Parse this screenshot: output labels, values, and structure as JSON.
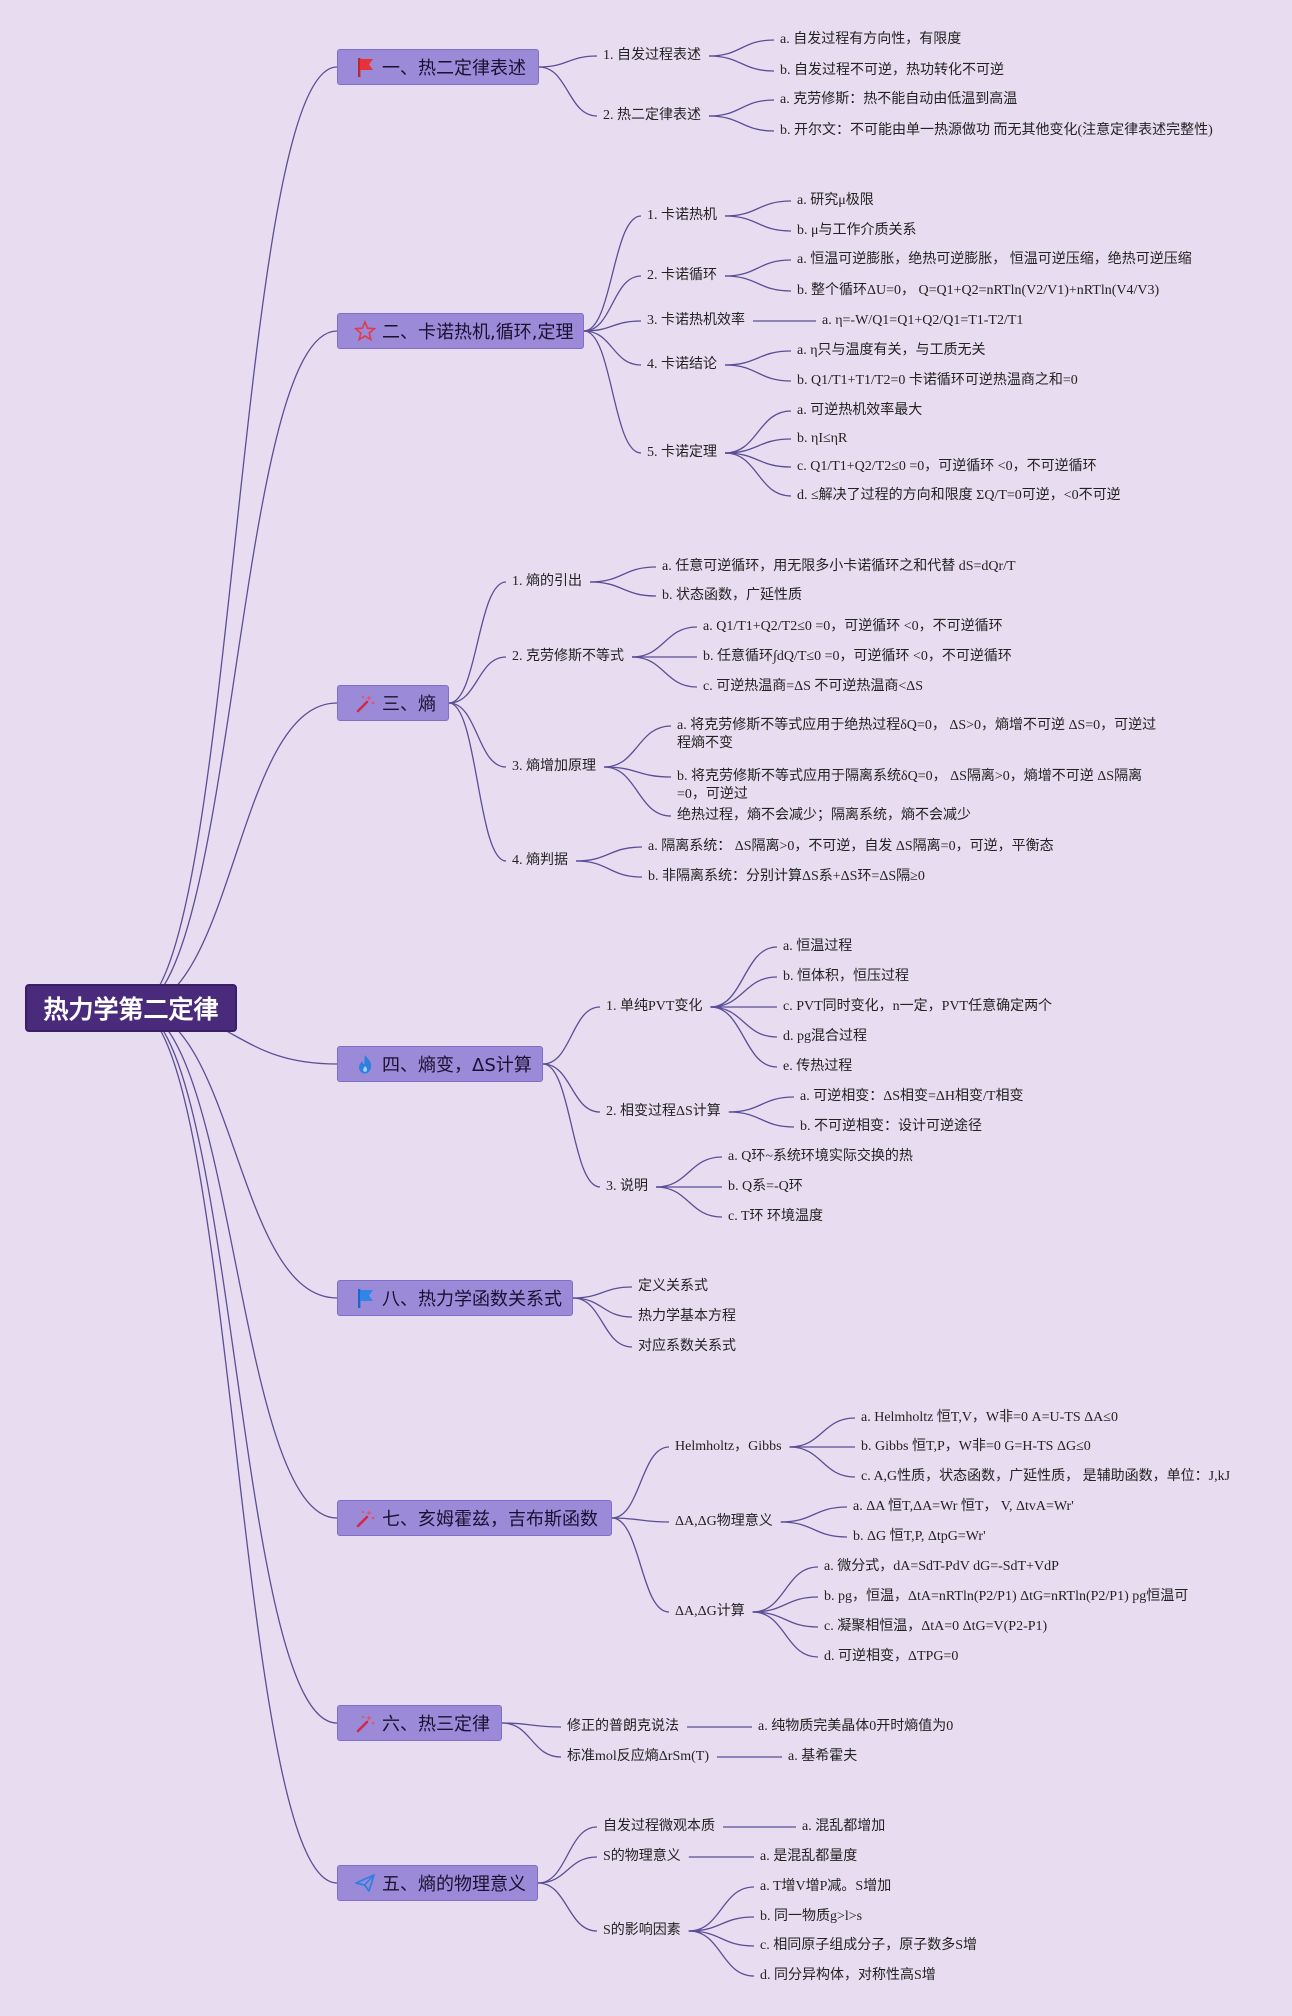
{
  "root": "热力学第二定律",
  "sections": [
    {
      "id": "s1",
      "title": "一、热二定律表述",
      "icon": "red-flag-icon",
      "children": [
        {
          "label": "1. 自发过程表述",
          "children": [
            "a. 自发过程有方向性，有限度",
            "b. 自发过程不可逆，热功转化不可逆"
          ]
        },
        {
          "label": "2. 热二定律表述",
          "children": [
            "a. 克劳修斯：热不能自动由低温到高温",
            "b. 开尔文：不可能由单一热源做功 而无其他变化(注意定律表述完整性)"
          ]
        }
      ]
    },
    {
      "id": "s2",
      "title": "二、卡诺热机,循环,定理",
      "icon": "star-outline-icon",
      "children": [
        {
          "label": "1. 卡诺热机",
          "children": [
            "a. 研究μ极限",
            "b. μ与工作介质关系"
          ]
        },
        {
          "label": "2. 卡诺循环",
          "children": [
            "a. 恒温可逆膨胀，绝热可逆膨胀， 恒温可逆压缩，绝热可逆压缩",
            "b. 整个循环ΔU=0， Q=Q1+Q2=nRTln(V2/V1)+nRTln(V4/V3)"
          ]
        },
        {
          "label": "3. 卡诺热机效率",
          "children": [
            "a. η=-W/Q1=Q1+Q2/Q1=T1-T2/T1"
          ]
        },
        {
          "label": "4. 卡诺结论",
          "children": [
            "a. η只与温度有关，与工质无关",
            "b. Q1/T1+T1/T2=0 卡诺循环可逆热温商之和=0"
          ]
        },
        {
          "label": "5. 卡诺定理",
          "children": [
            "a. 可逆热机效率最大",
            "b. ηI≤ηR",
            "c. Q1/T1+Q2/T2≤0 =0，可逆循环 <0，不可逆循环",
            "d. ≤解决了过程的方向和限度 ΣQ/T=0可逆，<0不可逆"
          ]
        }
      ]
    },
    {
      "id": "s3",
      "title": "三、熵",
      "icon": "magic-wand-icon",
      "children": [
        {
          "label": "1. 熵的引出",
          "children": [
            "a. 任意可逆循环，用无限多小卡诺循环之和代替 dS=dQr/T",
            "b. 状态函数，广延性质"
          ]
        },
        {
          "label": "2. 克劳修斯不等式",
          "children": [
            "a. Q1/T1+Q2/T2≤0 =0，可逆循环 <0，不可逆循环",
            "b. 任意循环∫dQ/T≤0 =0，可逆循环 <0，不可逆循环",
            "c. 可逆热温商=ΔS 不可逆热温商<ΔS"
          ]
        },
        {
          "label": "3. 熵增加原理",
          "children": [
            "a. 将克劳修斯不等式应用于绝热过程δQ=0， ΔS>0，熵增不可逆 ΔS=0，可逆过程熵不变",
            "b. 将克劳修斯不等式应用于隔离系统δQ=0， ΔS隔离>0，熵增不可逆 ΔS隔离=0，可逆过",
            "绝热过程，熵不会减少；隔离系统，熵不会减少"
          ]
        },
        {
          "label": "4. 熵判据",
          "children": [
            "a. 隔离系统： ΔS隔离>0，不可逆，自发 ΔS隔离=0，可逆，平衡态",
            "b. 非隔离系统：分别计算ΔS系+ΔS环=ΔS隔≥0"
          ]
        }
      ]
    },
    {
      "id": "s4",
      "title": "四、熵变，ΔS计算",
      "icon": "flame-icon",
      "children": [
        {
          "label": "1. 单纯PVT变化",
          "children": [
            "a. 恒温过程",
            "b. 恒体积，恒压过程",
            "c. PVT同时变化，n一定，PVT任意确定两个",
            "d. pg混合过程",
            "e. 传热过程"
          ]
        },
        {
          "label": "2. 相变过程ΔS计算",
          "children": [
            "a. 可逆相变：ΔS相变=ΔH相变/T相变",
            "b. 不可逆相变：设计可逆途径"
          ]
        },
        {
          "label": "3. 说明",
          "children": [
            "a. Q环~系统环境实际交换的热",
            "b. Q系=-Q环",
            "c. T环 环境温度"
          ]
        }
      ]
    },
    {
      "id": "s8",
      "title": "八、热力学函数关系式",
      "icon": "blue-flag-icon",
      "children": [
        {
          "label": "定义关系式",
          "children": []
        },
        {
          "label": "热力学基本方程",
          "children": []
        },
        {
          "label": "对应系数关系式",
          "children": []
        }
      ]
    },
    {
      "id": "s7",
      "title": "七、亥姆霍兹，吉布斯函数",
      "icon": "magic-wand-icon",
      "children": [
        {
          "label": "Helmholtz，Gibbs",
          "children": [
            "a. Helmholtz 恒T,V，W非=0 A=U-TS ΔA≤0",
            "b. Gibbs 恒T,P，W非=0 G=H-TS ΔG≤0",
            "c. A,G性质，状态函数，广延性质， 是辅助函数，单位：J,kJ"
          ]
        },
        {
          "label": "ΔA,ΔG物理意义",
          "children": [
            "a. ΔA 恒T,ΔA=Wr 恒T， V, ΔtvA=Wr'",
            "b. ΔG 恒T,P, ΔtpG=Wr'"
          ]
        },
        {
          "label": "ΔA,ΔG计算",
          "children": [
            "a. 微分式，dA=SdT-PdV dG=-SdT+VdP",
            "b. pg，恒温，ΔtA=nRTln(P2/P1) ΔtG=nRTln(P2/P1) pg恒温可",
            "c. 凝聚相恒温，ΔtA=0 ΔtG=V(P2-P1)",
            "d. 可逆相变，ΔTPG=0"
          ]
        }
      ]
    },
    {
      "id": "s6",
      "title": "六、热三定律",
      "icon": "magic-wand-icon",
      "children": [
        {
          "label": "修正的普朗克说法",
          "children": [
            "a. 纯物质完美晶体0开时熵值为0"
          ]
        },
        {
          "label": "标准mol反应熵ΔrSm(T)",
          "children": [
            "a. 基希霍夫"
          ]
        }
      ]
    },
    {
      "id": "s5",
      "title": "五、熵的物理意义",
      "icon": "paper-plane-icon",
      "children": [
        {
          "label": "自发过程微观本质",
          "children": [
            "a. 混乱都增加"
          ]
        },
        {
          "label": "S的物理意义",
          "children": [
            "a. 是混乱都量度"
          ]
        },
        {
          "label": "S的影响因素",
          "children": [
            "a. T增V增P减。S增加",
            "b. 同一物质g>l>s",
            "c. 相同原子组成分子，原子数多S增",
            "d. 同分异构体，对称性高S增"
          ]
        }
      ]
    }
  ]
}
